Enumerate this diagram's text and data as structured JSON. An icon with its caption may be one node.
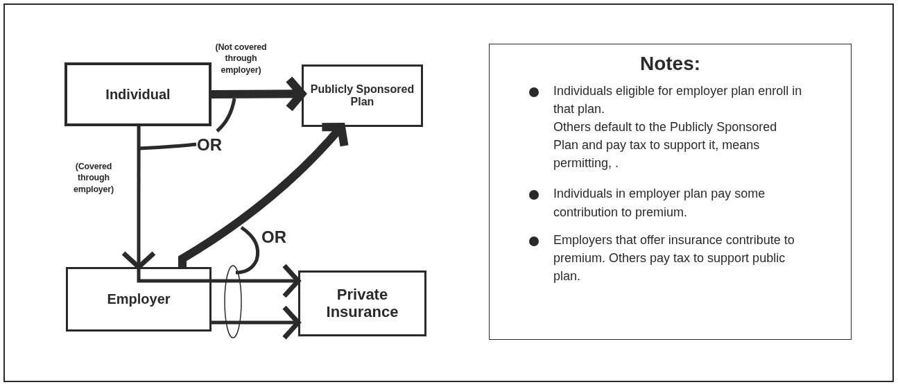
{
  "diagram": {
    "nodes": [
      {
        "text": [
          "Individual"
        ]
      },
      {
        "text": [
          "Publicly Sponsored Plan"
        ]
      },
      {
        "text": [
          "Employer"
        ]
      },
      {
        "text": [
          "Private Insurance"
        ]
      },
      {
        "text": [
          "Notes:",
          "Individuals eligible for employer plan enroll in that plan.",
          "Others default to the Publicly Sponsored Plan and pay tax to support it, means permitting, .",
          "Individuals in employer plan pay some contribution to premium.",
          "Employers that offer insurance contribute to premium. Others pay tax to support public plan."
        ]
      }
    ],
    "edges": [
      {
        "from": 0,
        "to": 1,
        "arrow": "to",
        "label": "(Not covered through employer)",
        "style": "thick"
      },
      {
        "from": 0,
        "to": 2,
        "arrow": "to",
        "label": "(Covered through employer)"
      },
      {
        "from": 2,
        "to": 3,
        "arrow": "to"
      },
      {
        "from": 2,
        "to": 3,
        "arrow": "to"
      },
      {
        "from": 2,
        "to": 1,
        "arrow": "to",
        "style": "thick"
      }
    ],
    "labels": [
      "OR",
      "OR"
    ]
  }
}
